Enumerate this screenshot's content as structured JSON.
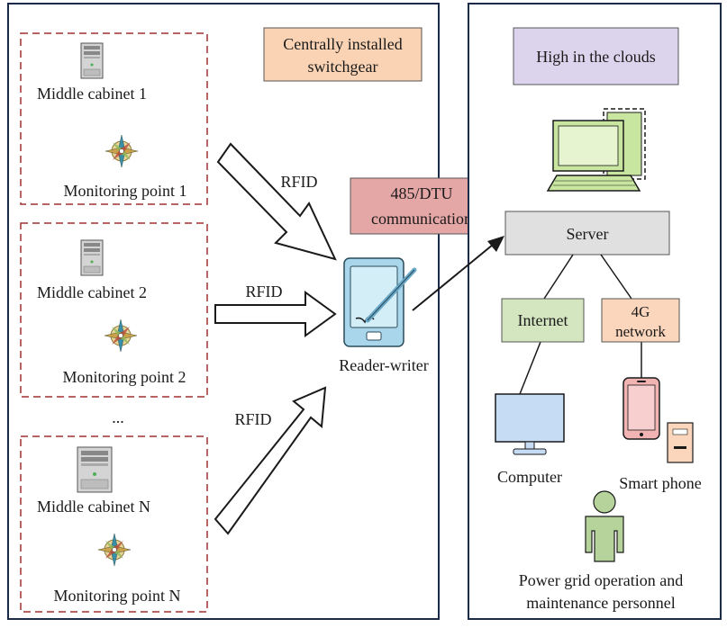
{
  "left_panel": {
    "cabinets": [
      {
        "cabinet_label": "Middle cabinet 1",
        "point_label": "Monitoring point 1"
      },
      {
        "cabinet_label": "Middle cabinet 2",
        "point_label": "Monitoring point 2"
      },
      {
        "cabinet_label": "Middle cabinet N",
        "point_label": "Monitoring point N"
      }
    ],
    "ellipsis": "...",
    "switchgear_label_line1": "Centrally installed",
    "switchgear_label_line2": "switchgear",
    "rfid_labels": [
      "RFID",
      "RFID",
      "RFID"
    ],
    "reader_label": "Reader-writer",
    "comm_label_line1": "485/DTU",
    "comm_label_line2": "communication"
  },
  "right_panel": {
    "cloud_label": "High in the clouds",
    "server_label": "Server",
    "internet_label": "Internet",
    "network_label_line1": "4G",
    "network_label_line2": "network",
    "computer_label": "Computer",
    "phone_label": "Smart phone",
    "personnel_label_line1": "Power grid operation and",
    "personnel_label_line2": "maintenance personnel"
  },
  "colors": {
    "dark_border": "#1a2a4a",
    "dashed_red": "#a03030",
    "switchgear_fill": "#f9d3b4",
    "cloud_fill": "#dcd4ec",
    "comm_fill": "#e5a6a6",
    "server_fill": "#e0e0e0",
    "internet_fill": "#d4e6c0",
    "network_fill": "#fbd6bc",
    "monitor_green": "#c8e6a0",
    "computer_blue": "#c6dcf4",
    "phone_pink": "#f2b3b3",
    "person_green": "#b5d39a",
    "tablet_blue": "#a9d6ea"
  }
}
